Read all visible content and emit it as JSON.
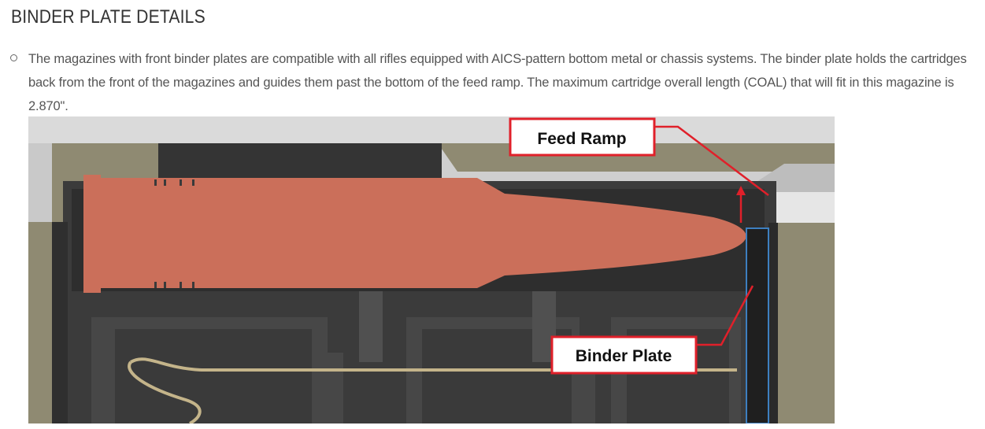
{
  "section": {
    "title": "BINDER PLATE DETAILS"
  },
  "content": {
    "paragraph": "The magazines with front binder plates are compatible with all rifles equipped with AICS-pattern bottom metal or chassis systems. The binder plate holds the cartridges back from the front of the magazines and guides them past the bottom of the feed ramp. The maximum cartridge overall length (COAL) that will fit in this magazine is 2.870\"."
  },
  "figure": {
    "callouts": {
      "feed_ramp": "Feed Ramp",
      "binder_plate": "Binder Plate"
    },
    "colors": {
      "callout_red": "#e0202a",
      "cartridge": "#c8705a",
      "binder_plate_outline": "#3d7fc0",
      "background_tan": "#8f8a72",
      "dark_metal": "#3a3a3a",
      "light_metal": "#d8d8d8"
    }
  }
}
